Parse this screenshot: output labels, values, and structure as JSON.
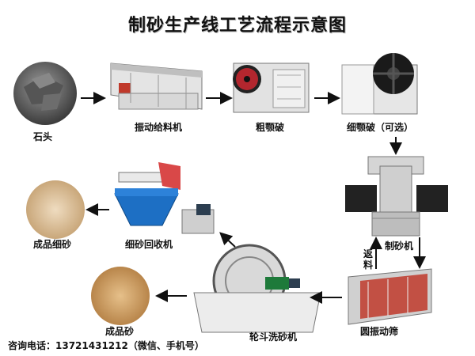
{
  "title": "制砂生产线工艺流程示意图",
  "nodes": {
    "stone": "石头",
    "feeder": "振动给料机",
    "jaw_coarse": "粗颚破",
    "jaw_fine": "细颚破（可选）",
    "sand_maker": "制砂机",
    "return": "返料",
    "screen": "圆振动筛",
    "washer": "轮斗洗砂机",
    "product_sand": "成品砂",
    "recycler": "细砂回收机",
    "product_fine": "成品细砂"
  },
  "contact": "咨询电话：13721431212（微信、手机号）",
  "colors": {
    "arrow": "#111111",
    "sand": "#d9b27c",
    "fine_sand": "#e3c9a2",
    "blue_tank": "#1d6fc4"
  }
}
